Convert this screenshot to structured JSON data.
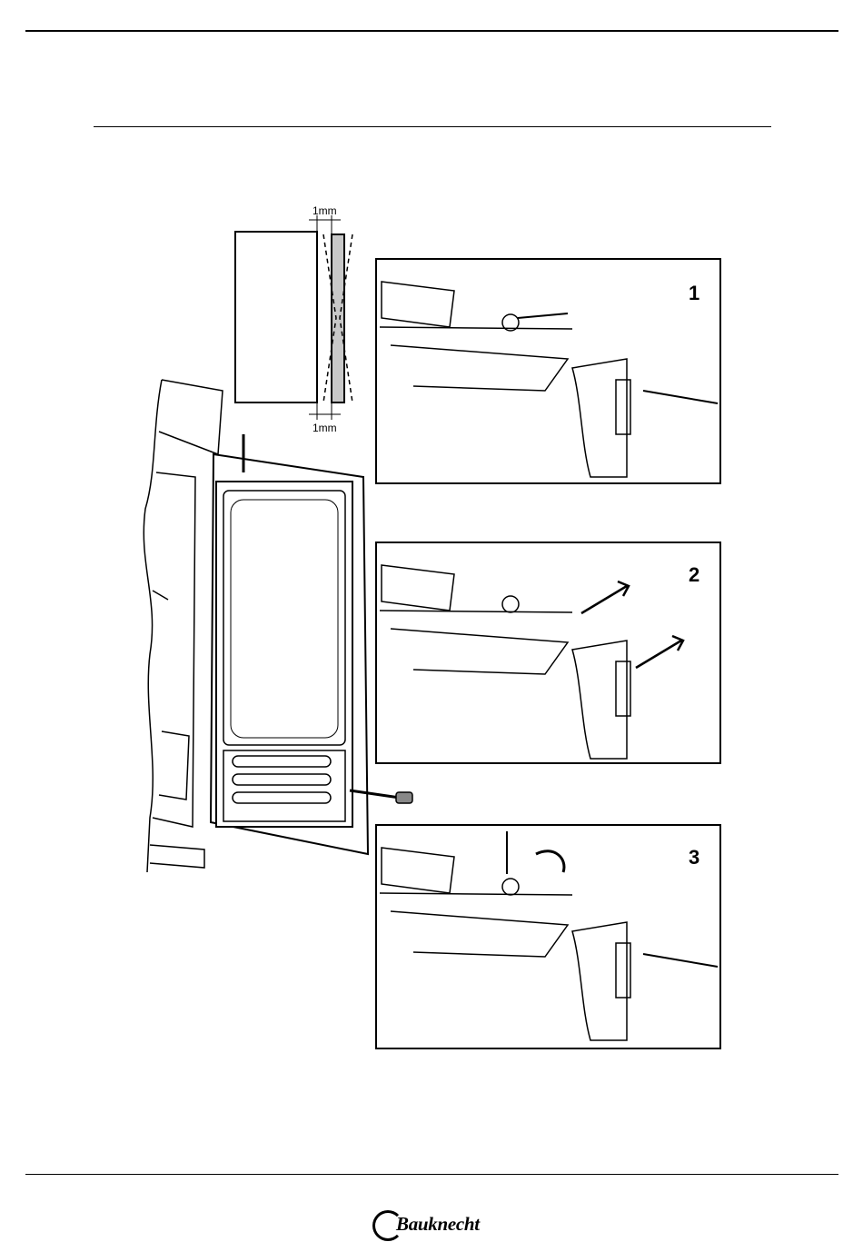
{
  "figure": {
    "dimension_top": "1mm",
    "dimension_bottom": "1mm",
    "steps": [
      {
        "number": "1"
      },
      {
        "number": "2"
      },
      {
        "number": "3"
      }
    ]
  },
  "footer": {
    "brand": "Bauknecht"
  }
}
